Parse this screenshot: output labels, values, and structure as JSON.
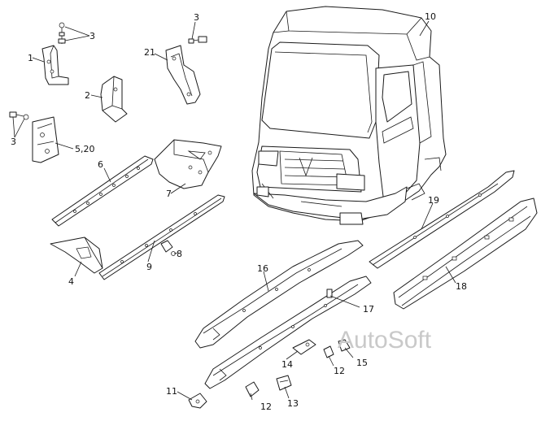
{
  "callouts": {
    "c1": "1",
    "c2": "2",
    "c3a": "3",
    "c3b": "3",
    "c3c": "3",
    "c4": "4",
    "c520": "5,20",
    "c6": "6",
    "c7": "7",
    "c8": "8",
    "c9": "9",
    "c10": "10",
    "c11": "11",
    "c12a": "12",
    "c12b": "12",
    "c13": "13",
    "c14": "14",
    "c15": "15",
    "c16": "16",
    "c17": "17",
    "c18": "18",
    "c19": "19",
    "c21": "21"
  },
  "watermark": "AutoSoft"
}
